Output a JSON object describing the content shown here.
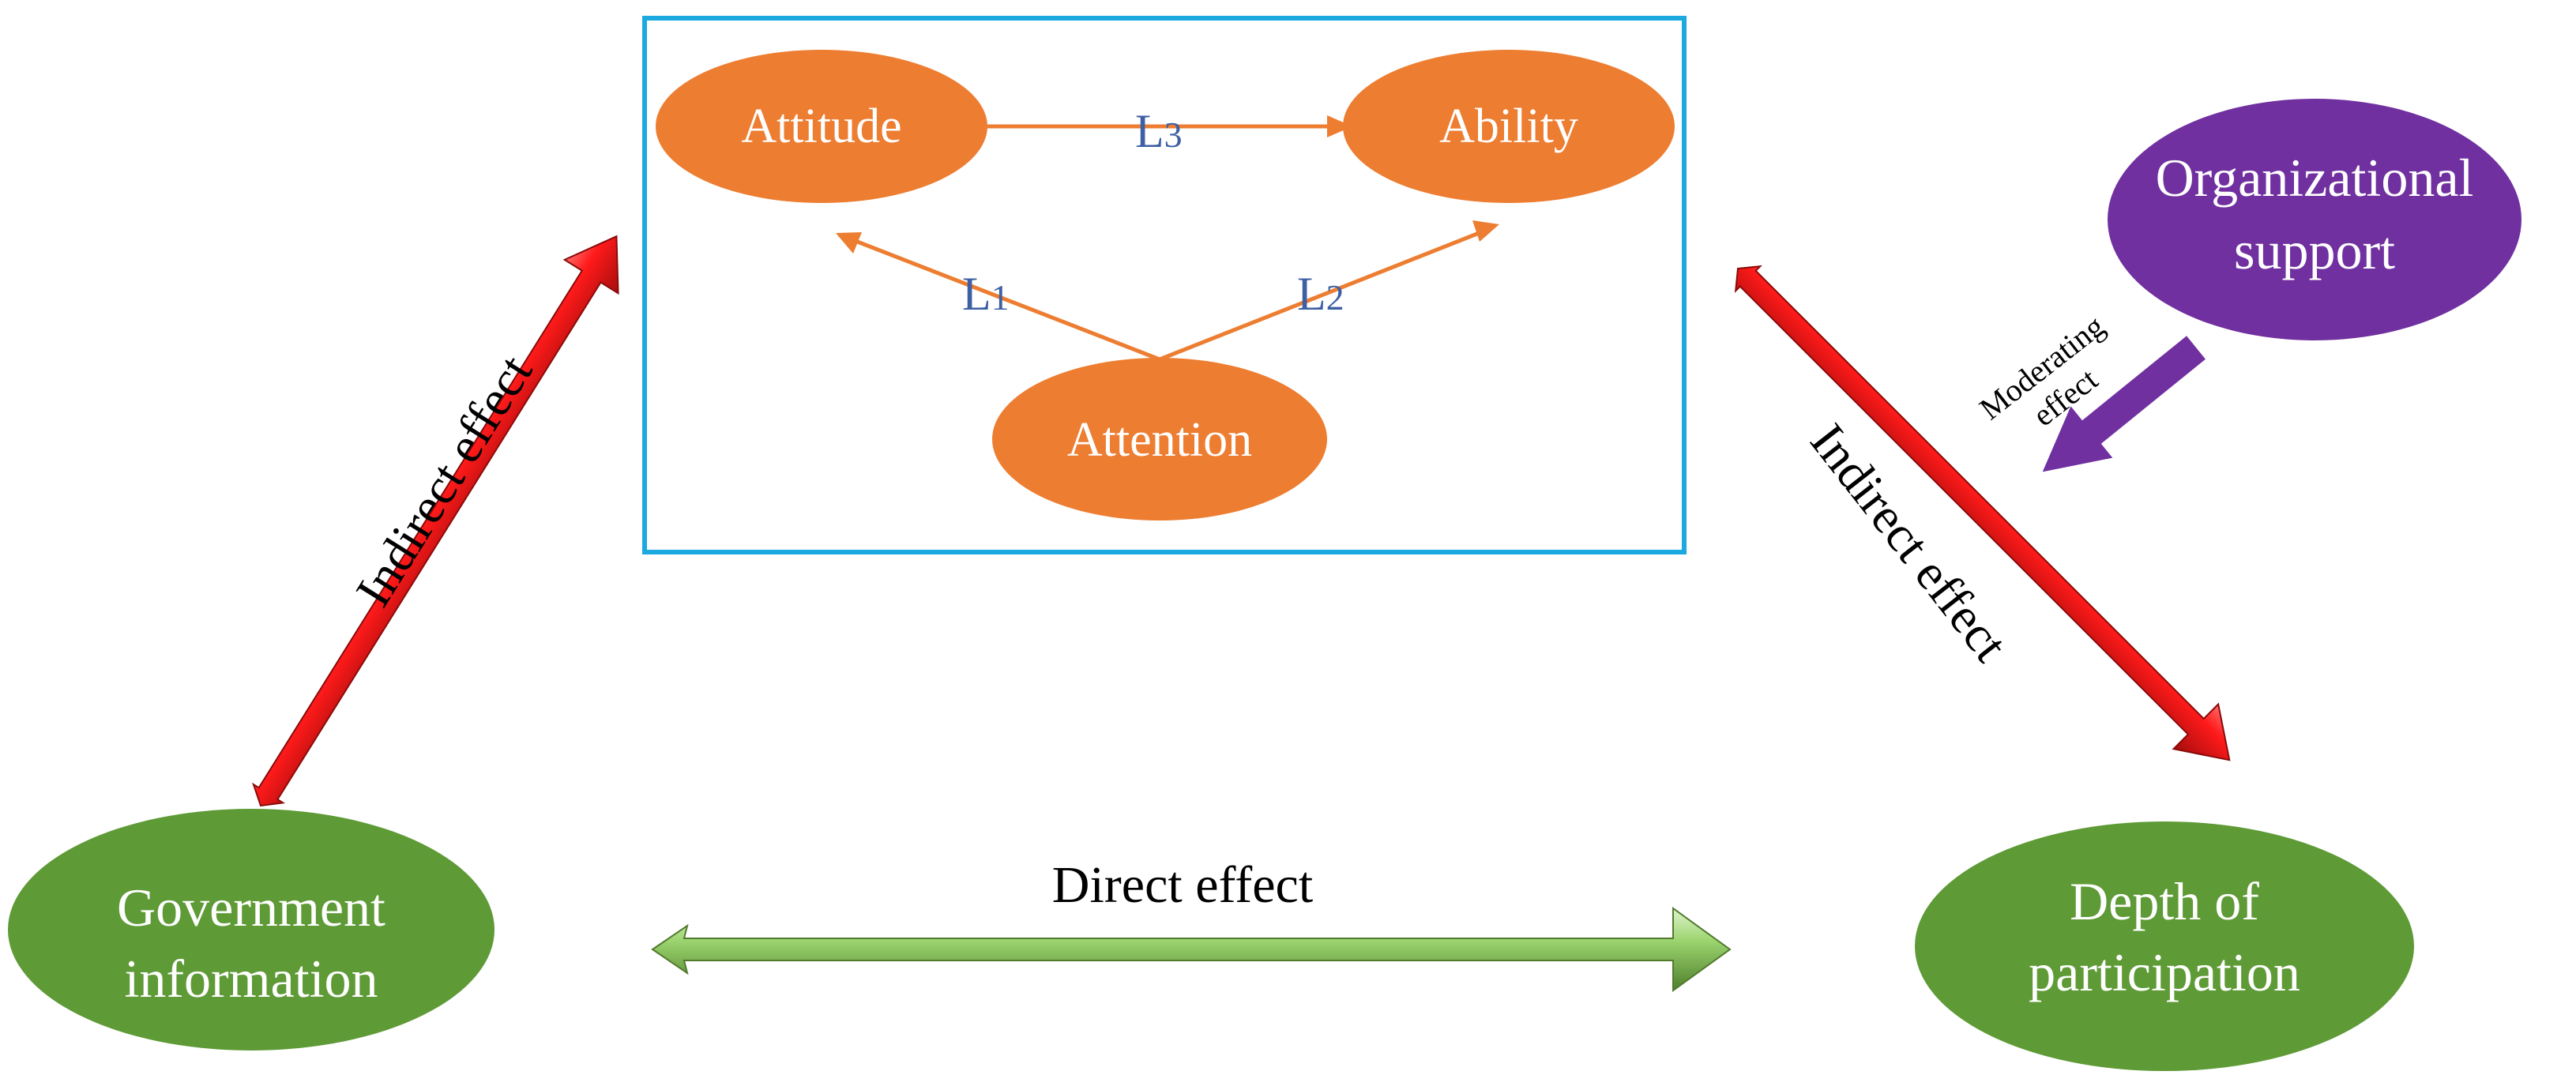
{
  "nodes": {
    "attitude": {
      "label": "Attitude"
    },
    "ability": {
      "label": "Ability"
    },
    "attention": {
      "label": "Attention"
    },
    "organizational_support": {
      "line1": "Organizational",
      "line2": "support"
    },
    "government_information": {
      "line1": "Government",
      "line2": "information"
    },
    "depth_of_participation": {
      "line1": "Depth of",
      "line2": "participation"
    }
  },
  "path_labels": {
    "l1": {
      "base": "L",
      "sub": "1"
    },
    "l2": {
      "base": "L",
      "sub": "2"
    },
    "l3": {
      "base": "L",
      "sub": "3"
    }
  },
  "arrows": {
    "indirect_left": "Indirect effect",
    "indirect_right": "Indirect effect",
    "direct": "Direct effect",
    "moderating_line1": "Moderating",
    "moderating_line2": "effect"
  },
  "colors": {
    "frame": "#1ba9df",
    "orange_node": "#ed7d31",
    "green_node": "#5e9a36",
    "purple_node": "#7030a0",
    "path_label": "#3d5fa3",
    "red_arrow": "#e81b1b",
    "green_arrow": "#93cf67",
    "purple_arrow": "#7030a0"
  }
}
